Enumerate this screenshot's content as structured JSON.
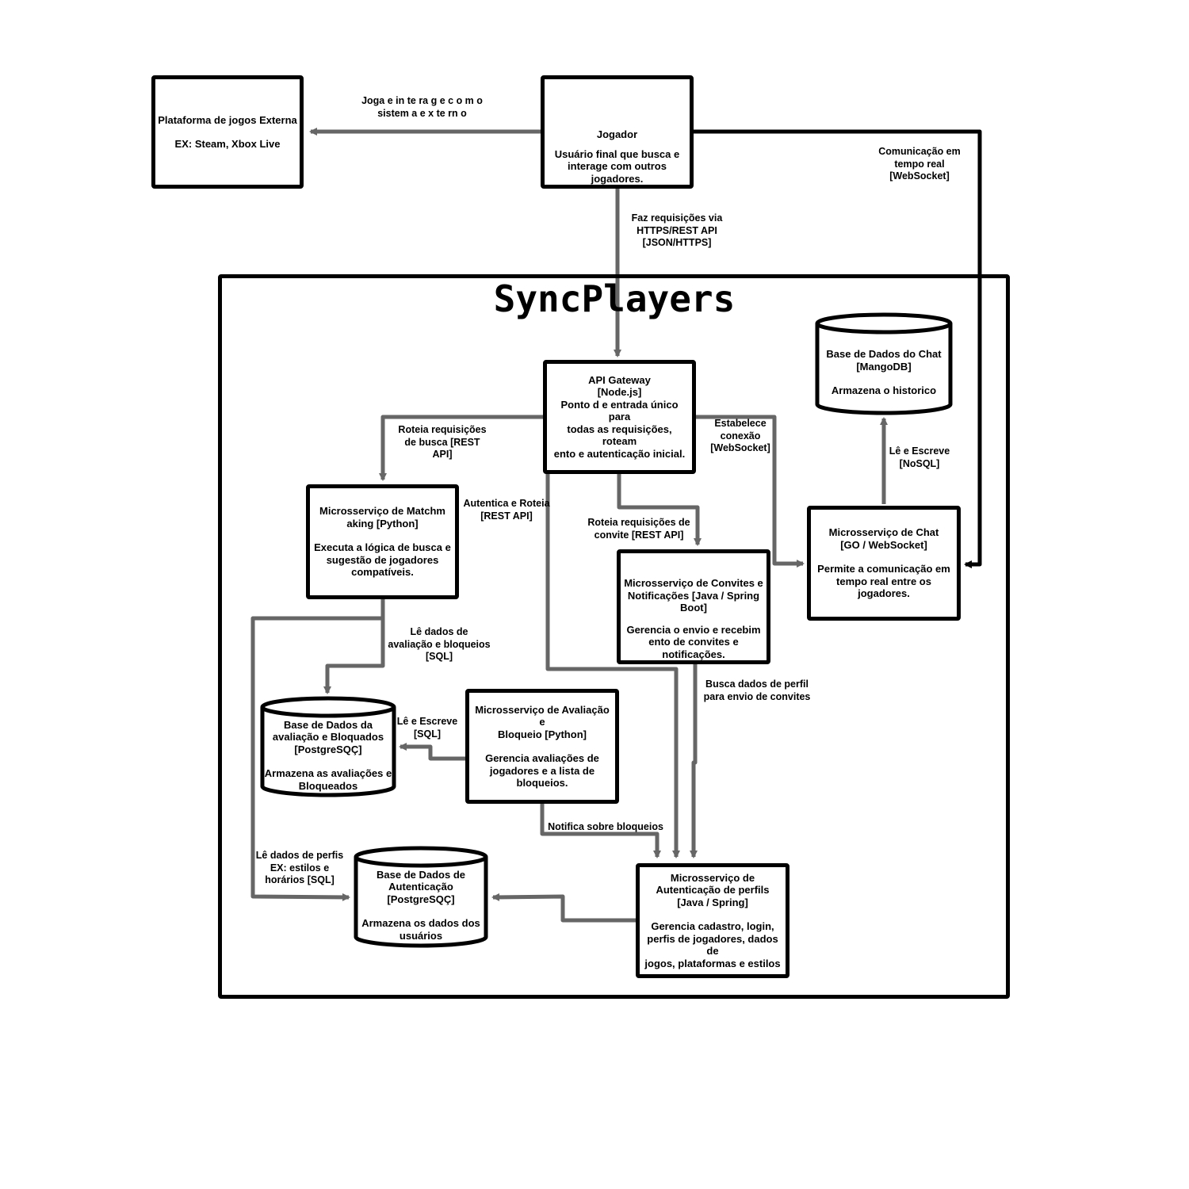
{
  "system": {
    "title": "SyncPlayers"
  },
  "nodes": {
    "external_platform": {
      "lines": [
        "Plataforma de jogos Externa",
        "",
        "EX: Steam, Xbox Live"
      ]
    },
    "player": {
      "lines": [
        "Jogador",
        "",
        "Usuário final que busca e",
        "interage com outros",
        "jogadores."
      ]
    },
    "api_gateway": {
      "lines": [
        "API Gateway",
        "[Node.js]",
        "Ponto d e entrada único para",
        "todas as requisições, roteam",
        "ento e autenticação inicial."
      ]
    },
    "chat_db": {
      "lines": [
        "Base de Dados do Chat",
        "[MangoDB]",
        "",
        "Armazena o historico"
      ]
    },
    "matchmaking": {
      "lines": [
        "Microsserviço de Matchm",
        "aking [Python]",
        "",
        "Executa a lógica de busca e",
        "sugestão de jogadores",
        "compatíveis."
      ]
    },
    "chat_service": {
      "lines": [
        "Microsserviço de Chat",
        "[GO / WebSocket]",
        "",
        "Permite a comunicação em",
        "tempo real entre os",
        "jogadores."
      ]
    },
    "invites": {
      "lines": [
        "Microsserviço de Convites e",
        "Notificações [Java / Spring",
        "Boot]",
        "",
        "Gerencia o envio e recebim",
        "ento de convites e",
        "notificações."
      ]
    },
    "rating_db": {
      "lines": [
        "Base de Dados da",
        "avaliação e Bloquados",
        "[PostgreSQÇ]",
        "",
        "Armazena as avaliações e",
        "Bloqueados"
      ]
    },
    "rating_service": {
      "lines": [
        "Microsserviço de Avaliação e",
        "Bloqueio [Python]",
        "",
        "Gerencia avaliações de",
        "jogadores e a lista de",
        "bloqueios."
      ]
    },
    "auth_db": {
      "lines": [
        "Base de Dados de",
        "Autenticação",
        "[PostgreSQÇ]",
        "",
        "Armazena os dados dos",
        "usuários"
      ]
    },
    "auth_service": {
      "lines": [
        "Microsserviço de",
        "Autenticação de perfils",
        "[Java / Spring]",
        "",
        "Gerencia cadastro, login,",
        "perfis de jogadores, dados de",
        "jogos, plataformas e estilos"
      ]
    }
  },
  "edges": {
    "player_external": "Joga e in te ra g e c o m o\nsistem a e x te rn o",
    "player_gateway": "Faz requisições via\nHTTPS/REST API\n[JSON/HTTPS]",
    "player_chat": "Comunicação em\ntempo real\n[WebSocket]",
    "gateway_matchmaking": "Roteia requisições\nde busca [REST\nAPI]",
    "gateway_chat": "Estabelece\nconexão\n[WebSocket]",
    "gateway_auth": "Autentica e Roteia\n[REST API]",
    "gateway_invites": "Roteia requisições de\nconvite [REST API]",
    "chat_chatdb": "Lê e Escreve\n[NoSQL]",
    "matchmaking_ratingdb": "Lê dados de\navaliação e bloqueios\n[SQL]",
    "rating_ratingdb": "Lê e Escreve\n[SQL]",
    "invites_auth": "Busca dados de perfil\npara envio de convites",
    "rating_auth": "Notifica sobre bloqueios",
    "matchmaking_authdb": "Lê dados de perfis\nEX: estilos e\nhorários [SQL]"
  },
  "colors": {
    "connector": "#666666",
    "outline": "#000000",
    "background": "#ffffff"
  }
}
